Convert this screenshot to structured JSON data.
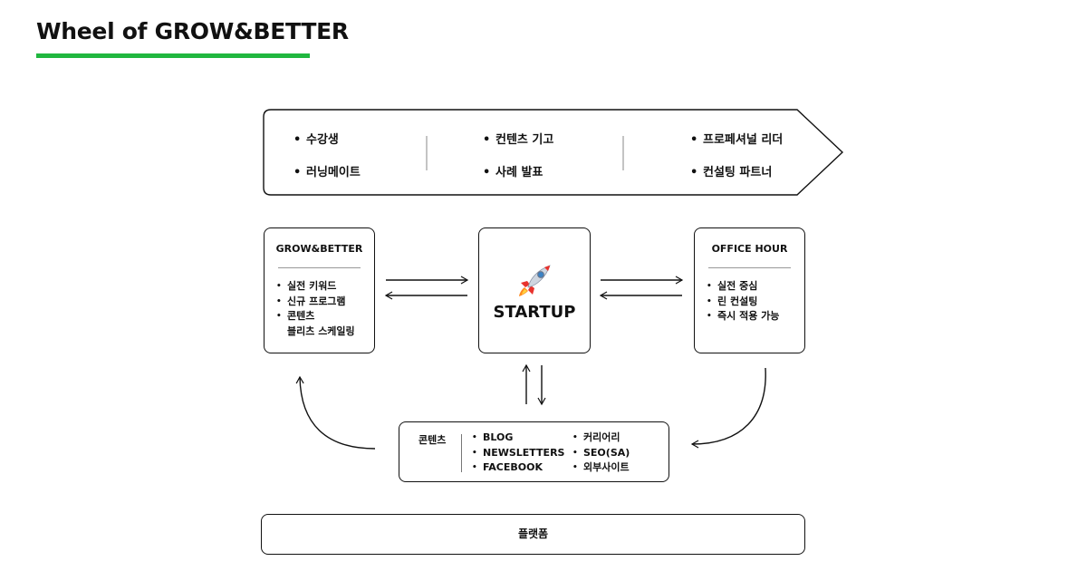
{
  "header": {
    "title": "Wheel of GROW&BETTER"
  },
  "ribbon": {
    "col1": [
      "수강생",
      "러닝메이트"
    ],
    "col2": [
      "컨텐츠 기고",
      "사례 발표"
    ],
    "col3": [
      "프로페셔널 리더",
      "컨설팅 파트너"
    ]
  },
  "grow_box": {
    "title": "GROW&BETTER",
    "items": [
      "실전 키워드",
      "신규 프로그램",
      "콘텐츠",
      "블리츠 스케일링"
    ]
  },
  "startup_box": {
    "label": "STARTUP",
    "icon": "rocket-icon"
  },
  "office_box": {
    "title": "OFFICE HOUR",
    "items": [
      "실전 중심",
      "린 컨설팅",
      "즉시 적용 가능"
    ]
  },
  "content_box": {
    "label": "콘텐츠",
    "col1": [
      "BLOG",
      "NEWSLETTERS",
      "FACEBOOK"
    ],
    "col2": [
      "커리어리",
      "SEO(SA)",
      "외부사이트"
    ]
  },
  "platform_box": {
    "label": "플랫폼"
  },
  "colors": {
    "accent": "#20b73f",
    "stroke": "#111111"
  }
}
